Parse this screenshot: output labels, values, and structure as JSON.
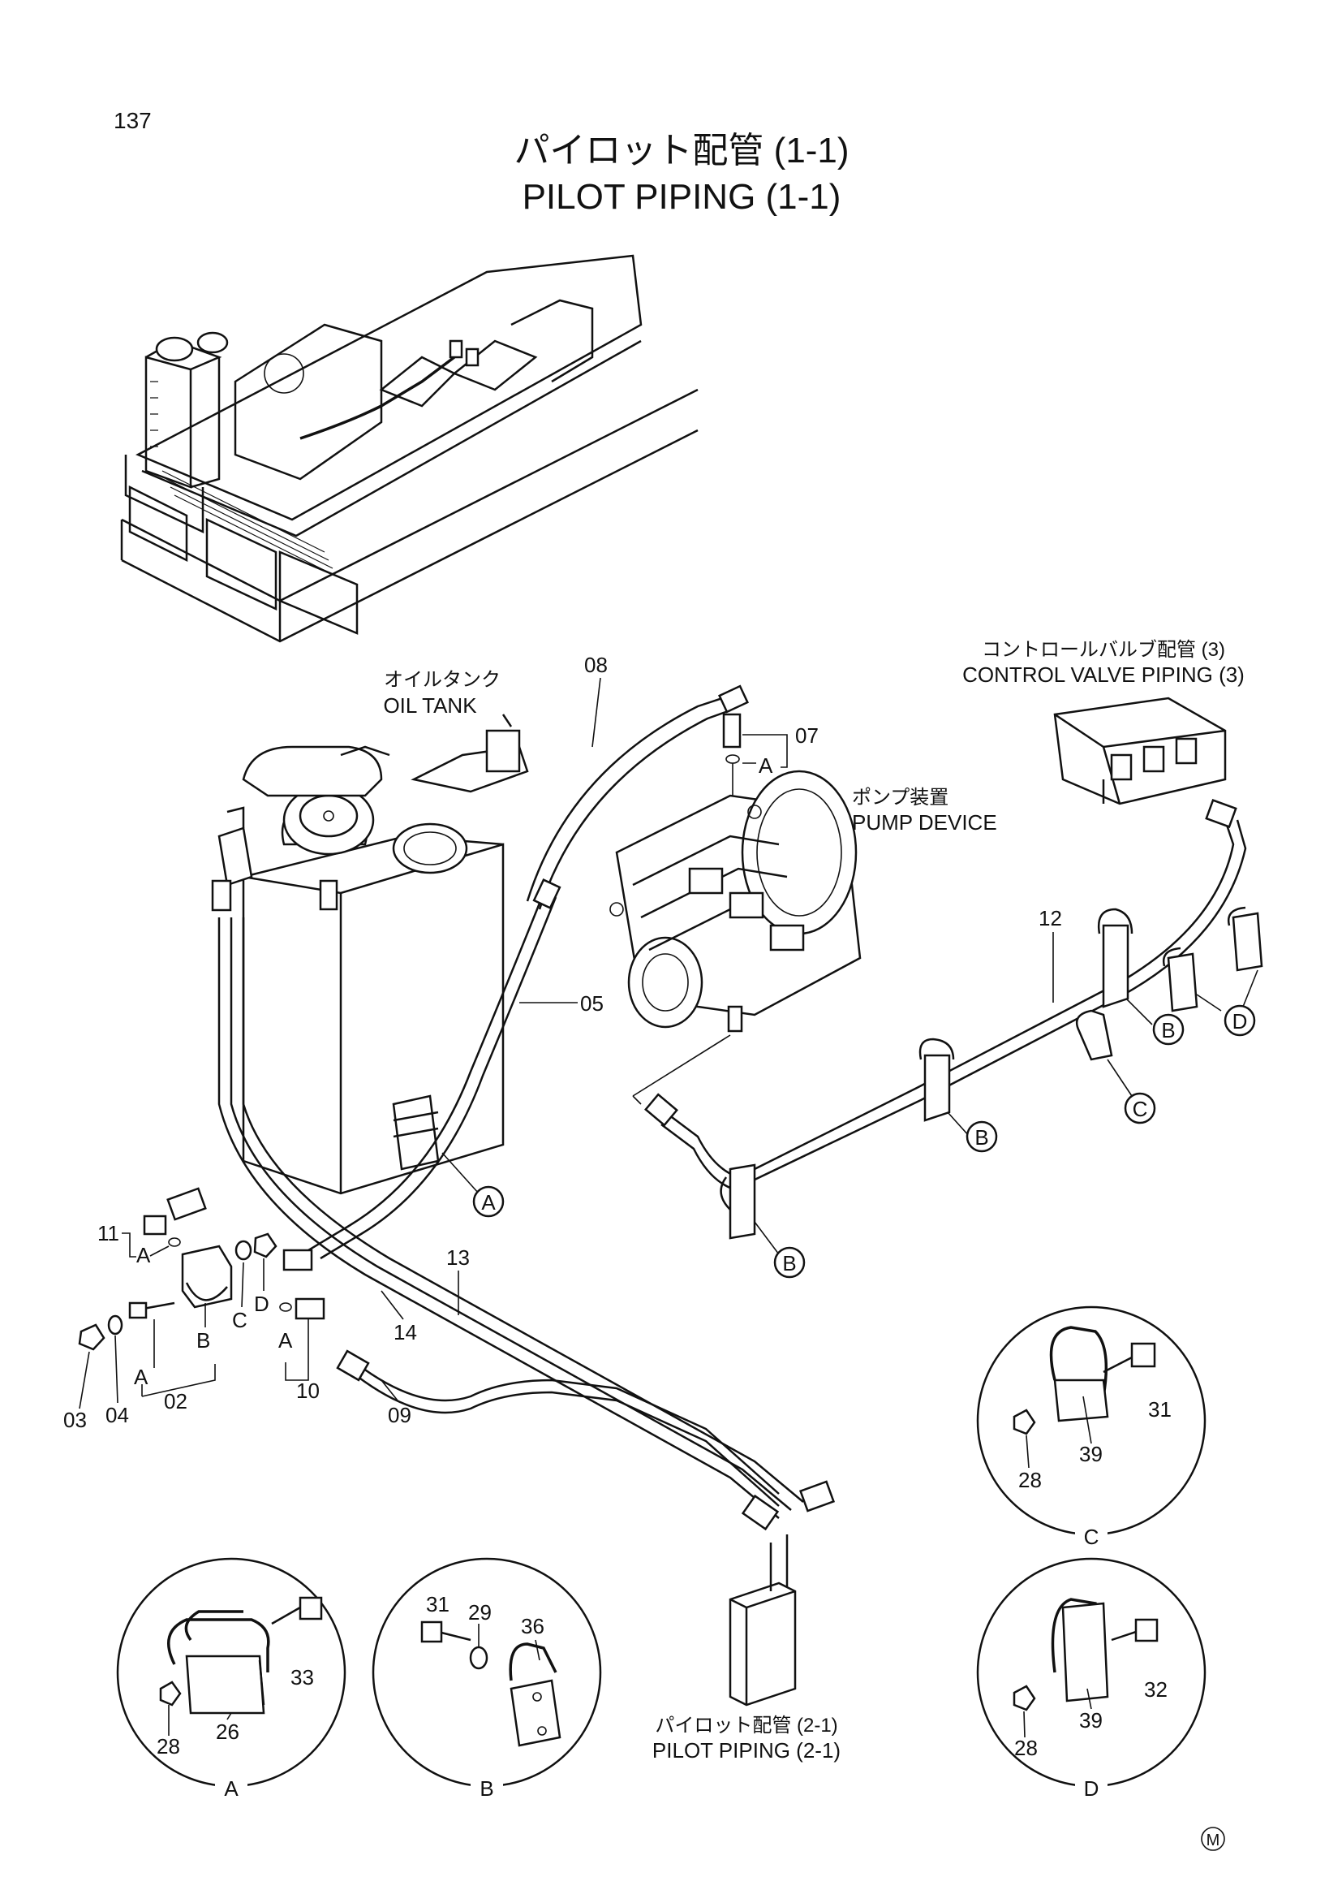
{
  "page": {
    "number": "137",
    "title_jp": "パイロット配管 (1-1)",
    "title_en": "PILOT PIPING (1-1)",
    "mark": "M"
  },
  "callouts": {
    "oil_tank": {
      "jp": "オイルタンク",
      "en": "OIL TANK"
    },
    "control_valve": {
      "jp": "コントロールバルブ配管 (3)",
      "en": "CONTROL VALVE PIPING (3)"
    },
    "pump_device": {
      "jp": "ポンプ装置",
      "en": "PUMP DEVICE"
    },
    "pilot_piping_next": {
      "jp": "パイロット配管 (2-1)",
      "en": "PILOT PIPING (2-1)"
    }
  },
  "part_numbers": {
    "p02": "02",
    "p03": "03",
    "p04": "04",
    "p05": "05",
    "p07": "07",
    "p08": "08",
    "p09": "09",
    "p10": "10",
    "p11": "11",
    "p12": "12",
    "p13": "13",
    "p14": "14"
  },
  "letters": {
    "A": "A",
    "B": "B",
    "C": "C",
    "D": "D"
  },
  "details": {
    "A": {
      "label": "A",
      "parts": {
        "bolt": "33",
        "plate": "26",
        "nut": "28"
      }
    },
    "B": {
      "label": "B",
      "parts": {
        "bolt": "31",
        "washer": "29",
        "clamp": "36"
      }
    },
    "C": {
      "label": "C",
      "parts": {
        "bolt": "31",
        "clamp": "39",
        "nut": "28"
      }
    },
    "D": {
      "label": "D",
      "parts": {
        "bolt": "32",
        "clamp": "39",
        "nut": "28"
      }
    }
  }
}
